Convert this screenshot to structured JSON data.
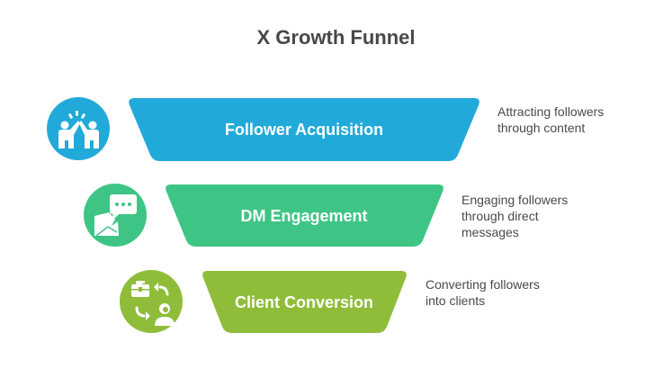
{
  "title": "X Growth Funnel",
  "stages": [
    {
      "label": "Follower Acquisition",
      "description_lines": [
        "Attracting followers",
        "through content"
      ],
      "icon": "high-five-icon",
      "color": "#21aad9"
    },
    {
      "label": "DM Engagement",
      "description_lines": [
        "Engaging followers",
        "through direct",
        "messages"
      ],
      "icon": "envelope-chat-icon",
      "color": "#3ec586"
    },
    {
      "label": "Client Conversion",
      "description_lines": [
        "Converting followers",
        "into clients"
      ],
      "icon": "briefcase-client-exchange-icon",
      "color": "#8fbd3a"
    }
  ]
}
